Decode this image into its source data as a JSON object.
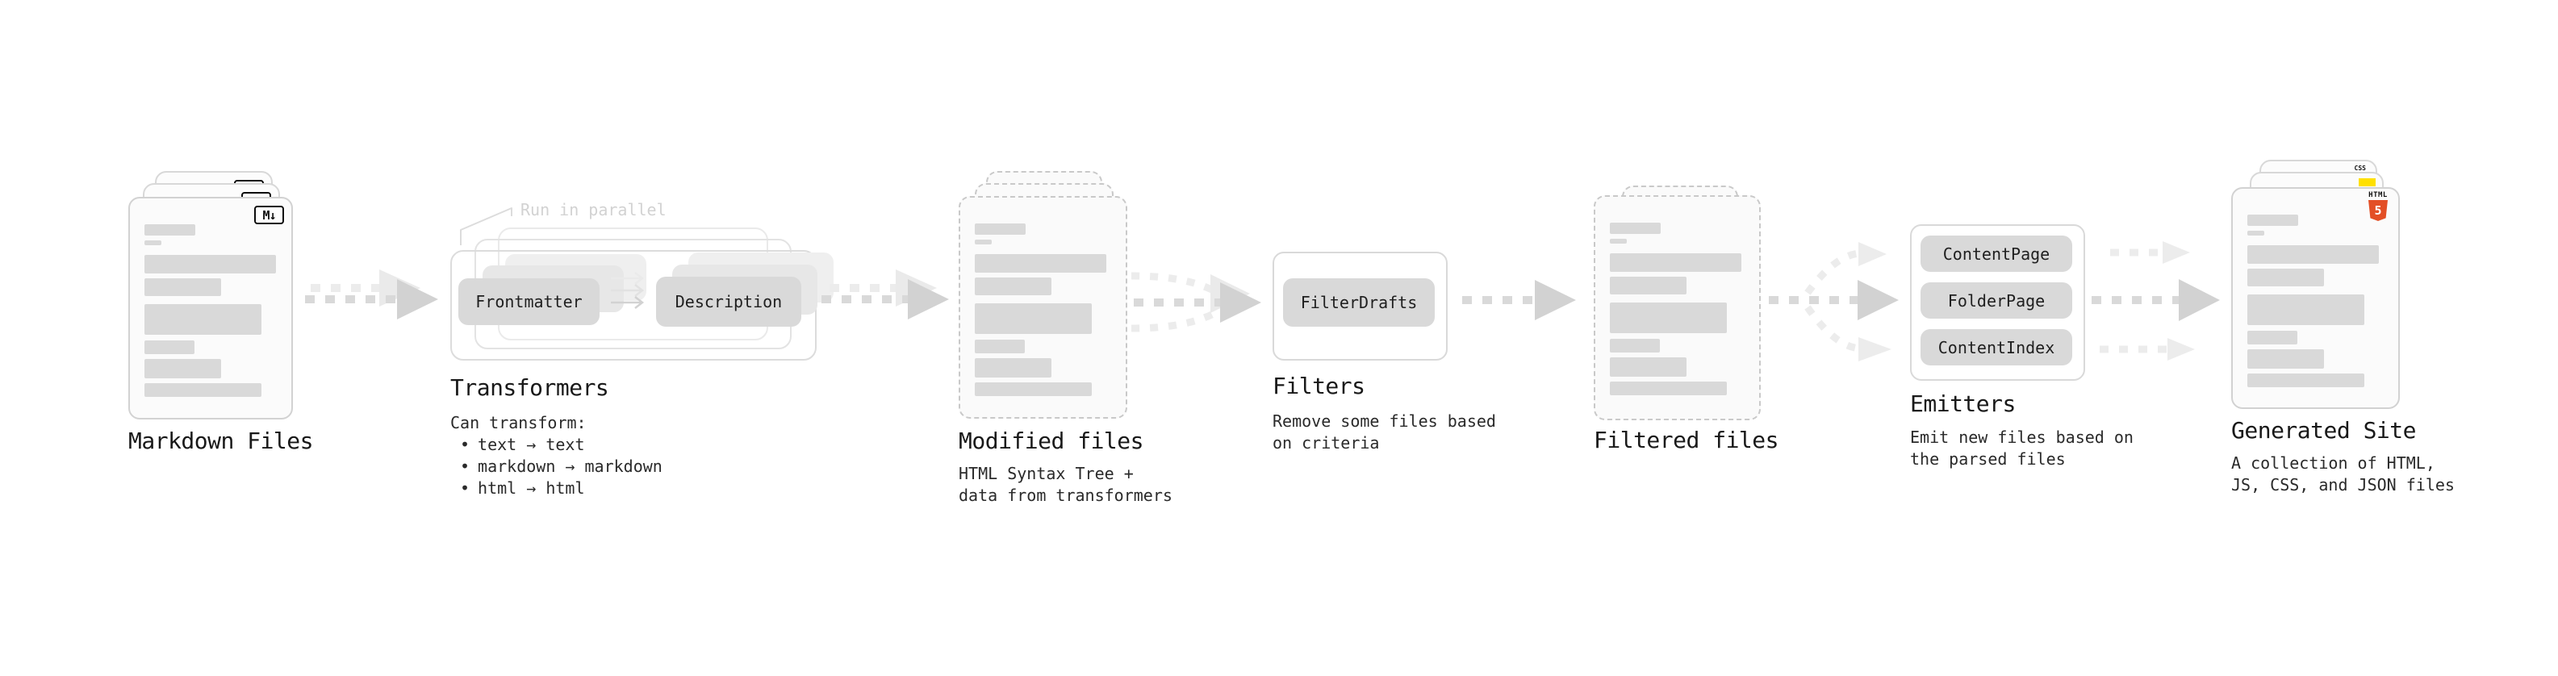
{
  "colors": {
    "background": "#ffffff",
    "skeleton_bar": "#d9d9d9",
    "pill_background": "#d9d9d9",
    "dash_arrow_main": "#d9d9d9",
    "dash_arrow_light": "#ececec",
    "text_dark": "#191919",
    "text_faded": "#d2d2d2",
    "html5_orange": "#e34f26",
    "js_yellow": "#ffe000",
    "css_blue": "#2965f1"
  },
  "nodes": {
    "markdown_files": {
      "title": "Markdown Files",
      "badge": "M↓"
    },
    "transformers": {
      "title": "Transformers",
      "callout": "Run in parallel",
      "pill_left": "Frontmatter",
      "pill_right": "Description",
      "body_heading": "Can transform:",
      "bullet_char": "•",
      "bullets": [
        "text → text",
        "markdown → markdown",
        "html → html"
      ]
    },
    "modified_files": {
      "title": "Modified files",
      "subtitle": "HTML Syntax Tree +\ndata from transformers"
    },
    "filters": {
      "title": "Filters",
      "pill": "FilterDrafts",
      "subtitle": "Remove some files based\non criteria"
    },
    "filtered_files": {
      "title": "Filtered files"
    },
    "emitters": {
      "title": "Emitters",
      "pills": [
        "ContentPage",
        "FolderPage",
        "ContentIndex"
      ],
      "subtitle": "Emit new files based on\nthe parsed files"
    },
    "generated_site": {
      "title": "Generated Site",
      "subtitle": "A collection of HTML,\nJS, CSS, and JSON files",
      "css_badge": "CSS",
      "html_badge_label": "HTML",
      "html_badge_number": "5"
    }
  }
}
